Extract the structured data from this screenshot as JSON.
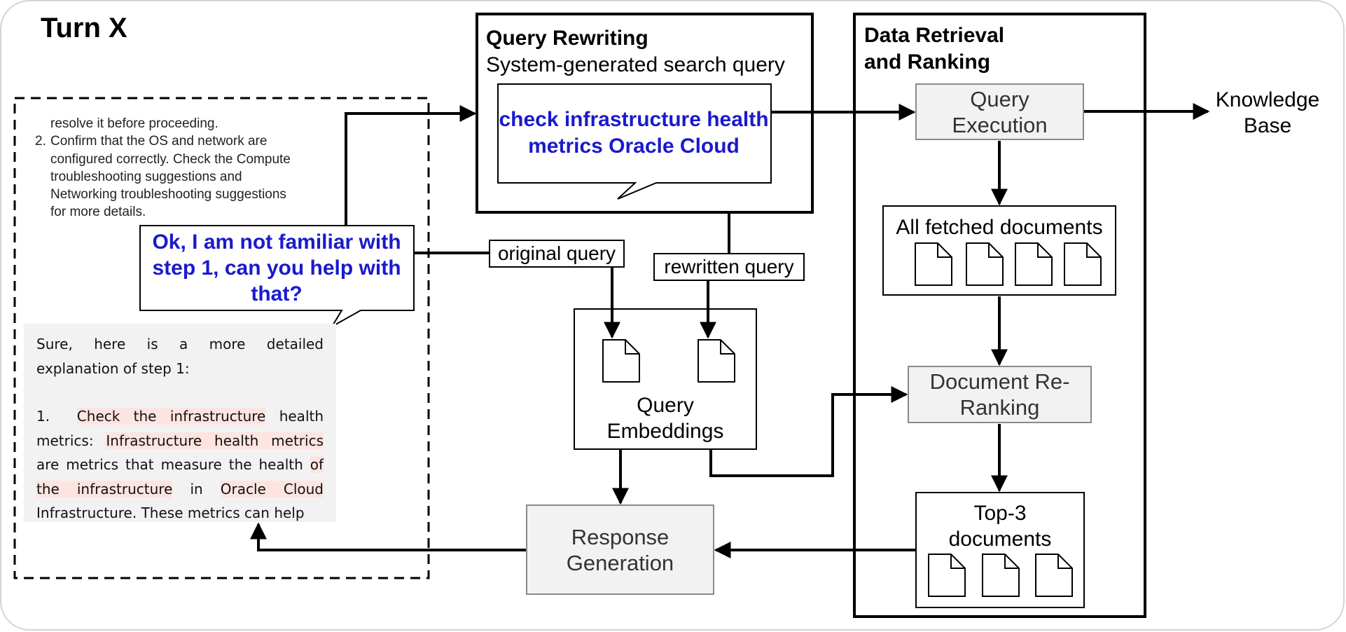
{
  "turn_title": "Turn X",
  "query_rewriting": {
    "title": "Query Rewriting",
    "subtitle": "System-generated search query",
    "rewritten_query": "check infrastructure health metrics Oracle Cloud"
  },
  "data_retrieval": {
    "title_line1": "Data Retrieval",
    "title_line2": "and Ranking",
    "query_execution": "Query Execution",
    "all_fetched": "All fetched documents",
    "reranking": "Document Re-Ranking",
    "top3": "Top-3 documents"
  },
  "knowledge_base": "Knowledge Base",
  "conversation": {
    "context_lines": [
      "resolve it before proceeding.",
      "configured correctly. Check the Compute",
      "troubleshooting suggestions and",
      "Networking troubleshooting suggestions",
      "for more details."
    ],
    "context_item2_num": "2.",
    "context_item2_first": "Confirm that the OS and network are",
    "user_query": "Ok, I am not familiar with step 1, can you help with that?",
    "reply": {
      "intro": "Sure, here is a more detailed explanation of step 1:",
      "item_num": "1.",
      "p1": "Check the infrastructure",
      "p2": " health metrics: ",
      "p3": "Infrastructure health metrics",
      "p4": " are metrics that measure the health ",
      "p5": "of the infrastructure",
      "p6": " in ",
      "p7": "Oracle Cloud",
      "p8": " Infrastructure. These metrics can help"
    }
  },
  "labels": {
    "original_query": "original query",
    "rewritten_query": "rewritten query"
  },
  "query_embeddings": "Query Embeddings",
  "response_generation": "Response Generation"
}
